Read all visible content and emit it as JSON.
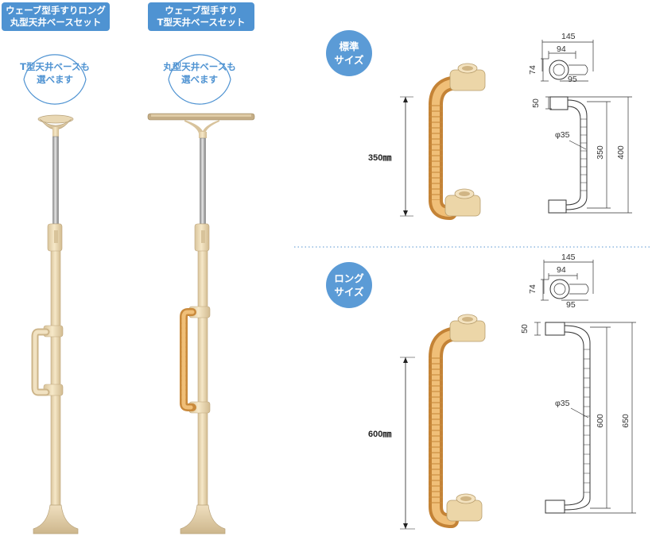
{
  "left_panel": {
    "set1": {
      "title_line1": "ウェーブ型手すりロング",
      "title_line2": "丸型天井ベースセット",
      "note_line1": "T型天井ベースも",
      "note_line2": "選べます"
    },
    "set2": {
      "title_line1": "ウェーブ型手すり",
      "title_line2": "T型天井ベースセット",
      "note_line1": "丸型天井ベースも",
      "note_line2": "選べます"
    }
  },
  "standard": {
    "label_line1": "標準",
    "label_line2": "サイズ",
    "grip_length": "350㎜",
    "top_width": "145",
    "top_inner": "94",
    "top_depth": "74",
    "top_offset": "95",
    "bracket_height": "50",
    "diameter": "φ35",
    "inner_length": "350",
    "outer_length": "400"
  },
  "long": {
    "label_line1": "ロング",
    "label_line2": "サイズ",
    "grip_length": "600㎜",
    "top_width": "145",
    "top_inner": "94",
    "top_depth": "74",
    "top_offset": "95",
    "bracket_height": "50",
    "diameter": "φ35",
    "inner_length": "600",
    "outer_length": "650"
  },
  "colors": {
    "accent_blue": "#4f93d2",
    "pole_cream": "#efdcb7",
    "grip_orange": "#e0a85c",
    "divider": "#8fb8e0"
  }
}
